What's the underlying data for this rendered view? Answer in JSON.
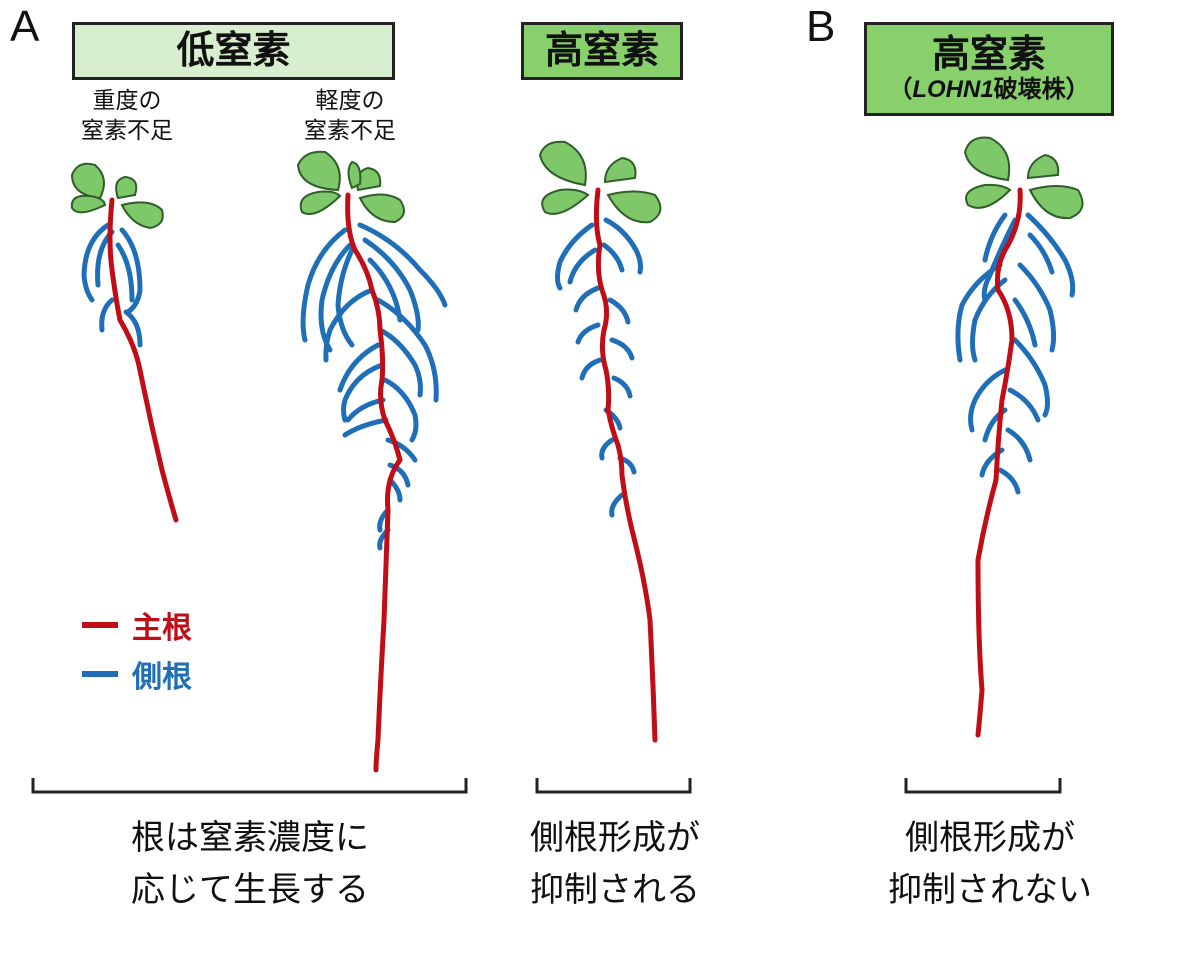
{
  "colors": {
    "main_root": "#c00d16",
    "lateral_root": "#1f6fb8",
    "low_box": "#d7efcf",
    "high_box": "#87d06b",
    "leaf_fill": "#7ec86a",
    "leaf_stroke": "#2f5e2a"
  },
  "panel_a": {
    "letter": "A",
    "low_box": "低窒素",
    "high_box": "高窒素",
    "severe_label": [
      "重度の",
      "窒素不足"
    ],
    "mild_label": [
      "軽度の",
      "窒素不足"
    ],
    "caption_left": [
      "根は窒素濃度に",
      "応じて生長する"
    ],
    "caption_mid": [
      "側根形成が",
      "抑制される"
    ]
  },
  "panel_b": {
    "letter": "B",
    "box_title": "高窒素",
    "box_sub_open": "（",
    "box_sub_italic": "LOHN1",
    "box_sub_rest": "破壊株）",
    "caption": [
      "側根形成が",
      "抑制されない"
    ]
  },
  "legend": {
    "main_root": "主根",
    "lateral_root": "側根"
  }
}
